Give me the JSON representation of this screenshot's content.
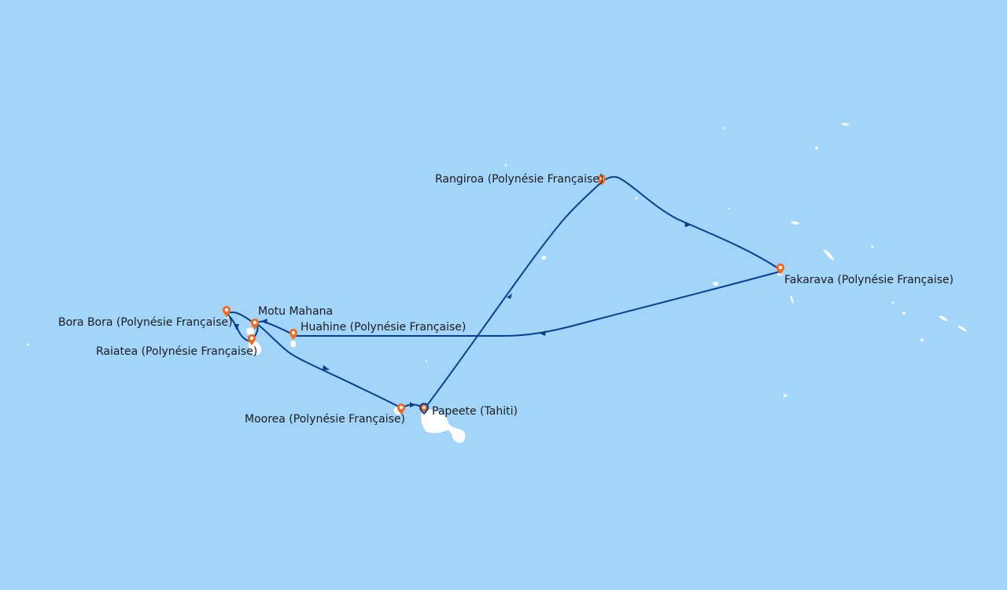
{
  "map": {
    "ocean_color": "#a3d5fb",
    "route_color": "#07408f",
    "port_marker_color": "#f26b1d",
    "home_port_marker_color": "#07408f",
    "land_color": "#ffffff"
  },
  "ports": [
    {
      "id": "papeete",
      "label": "Papeete (Tahiti)",
      "home": true
    },
    {
      "id": "moorea",
      "label": "Moorea (Polynésie Française)"
    },
    {
      "id": "huahine",
      "label": "Huahine (Polynésie Française)"
    },
    {
      "id": "motu-mahana",
      "label": "Motu Mahana"
    },
    {
      "id": "bora-bora",
      "label": "Bora Bora (Polynésie Française)"
    },
    {
      "id": "raiatea",
      "label": "Raiatea (Polynésie Française)"
    },
    {
      "id": "rangiroa",
      "label": "Rangiroa (Polynésie Française)"
    },
    {
      "id": "fakarava",
      "label": "Fakarava (Polynésie Française)"
    }
  ]
}
